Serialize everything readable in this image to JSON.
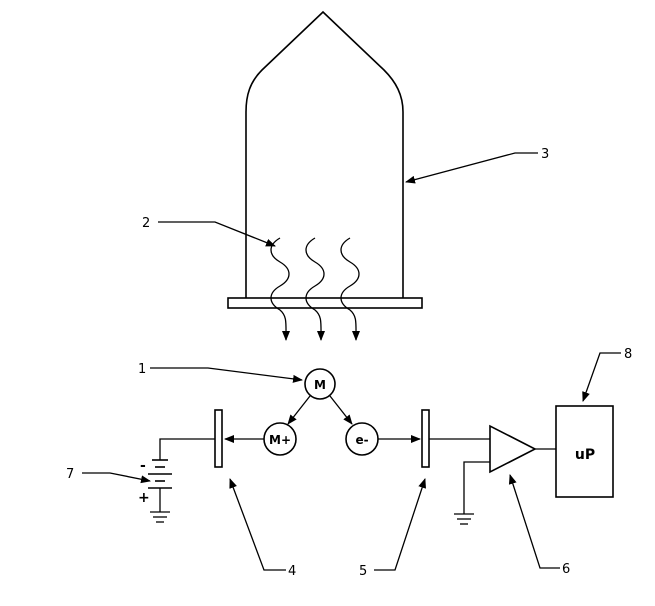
{
  "labels": {
    "l1": "1",
    "l2": "2",
    "l3": "3",
    "l4": "4",
    "l5": "5",
    "l6": "6",
    "l7": "7",
    "l8": "8"
  },
  "nodes": {
    "molecule": "M",
    "positive_ion": "M+",
    "electron": "e-",
    "processor": "uP"
  },
  "battery": {
    "minus": "-",
    "plus": "+"
  }
}
